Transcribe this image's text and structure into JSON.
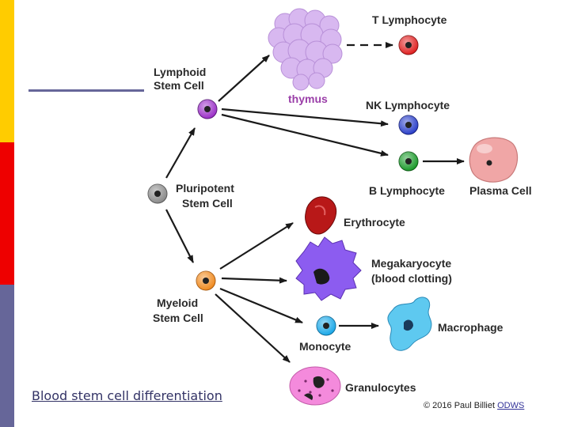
{
  "slide": {
    "caption": "Blood stem cell differentiation",
    "credit_text": "© 2016 Paul Billiet",
    "credit_link": "ODWS",
    "sidebar_colors": [
      "#FFCC00",
      "#EE0000",
      "#666699"
    ]
  },
  "diagram": {
    "labels": {
      "t_lymphocyte": "T Lymphocyte",
      "lymphoid_1": "Lymphoid",
      "lymphoid_2": "Stem Cell",
      "thymus": "thymus",
      "nk_lymphocyte": "NK Lymphocyte",
      "pluripotent_1": "Pluripotent",
      "pluripotent_2": "Stem Cell",
      "b_lymphocyte": "B Lymphocyte",
      "plasma_cell": "Plasma Cell",
      "erythrocyte": "Erythrocyte",
      "megakaryocyte_1": "Megakaryocyte",
      "megakaryocyte_2": "(blood clotting)",
      "myeloid_1": "Myeloid",
      "myeloid_2": "Stem Cell",
      "macrophage": "Macrophage",
      "monocyte": "Monocyte",
      "granulocytes": "Granulocytes"
    },
    "cell_colors": {
      "pluripotent": "#8a8a8a",
      "lymphoid": "#9b2fc7",
      "myeloid": "#f08a1e",
      "t_lymphocyte": "#e02020",
      "nk_lymphocyte": "#2a3fc9",
      "b_lymphocyte": "#1a9a2a",
      "plasma_cell": "#f0a6a6",
      "erythrocyte": "#b81818",
      "megakaryocyte": "#8c5cf0",
      "monocyte": "#1aa8e8",
      "macrophage": "#5ec9f0",
      "granulocyte": "#f48adc",
      "thymus": "#d8b8f0"
    }
  }
}
